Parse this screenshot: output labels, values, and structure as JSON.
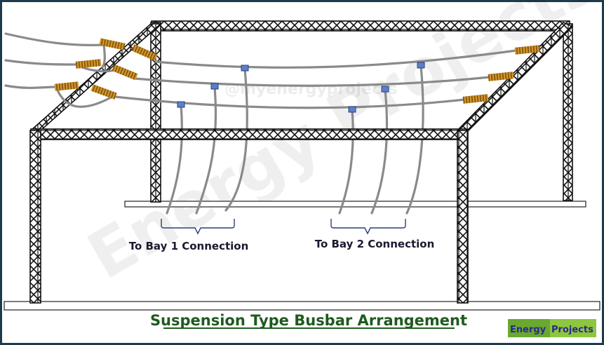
{
  "diagram": {
    "title": "Suspension Type Busbar Arrangement",
    "labels": {
      "bay1": "To Bay 1 Connection",
      "bay2": "To Bay 2 Connection"
    },
    "watermark": {
      "big": "Energy Projects",
      "handle": "@myenergyprojects"
    },
    "logo": {
      "word1": "Energy",
      "word2": "Projects"
    },
    "colors": {
      "frame_border": "#1f3a4a",
      "truss": "#111111",
      "conductor": "#8a8a8a",
      "insulator": "#c58a1a",
      "clamp": "#5b7fc9",
      "title": "#1f5a1f",
      "label": "#1a1a2e",
      "logo_bg": "#8dc63f"
    }
  }
}
